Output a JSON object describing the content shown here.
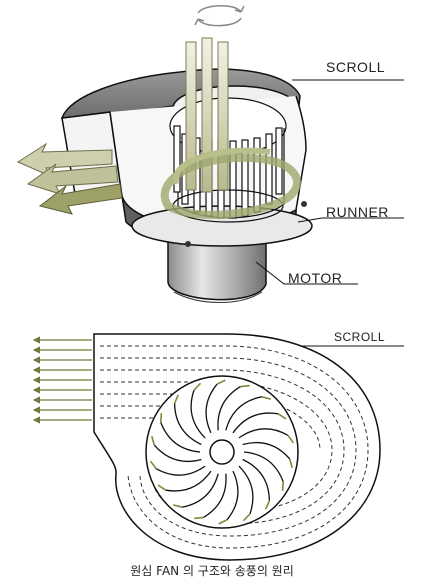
{
  "labels": {
    "scroll_top": "SCROLL",
    "runner": "RUNNER",
    "motor": "MOTOR",
    "scroll_bottom": "SCROLL"
  },
  "caption": "원심 FAN 의 구조와 송풍의 원리",
  "colors": {
    "arrow_fill": "#c6c6a4",
    "arrow_green": "#6e7a3a",
    "housing_dark": "#7a7a7a",
    "motor_gray": "#b5b5b5",
    "line": "#111111"
  },
  "icons": [
    "rotation-arrow-icon"
  ]
}
